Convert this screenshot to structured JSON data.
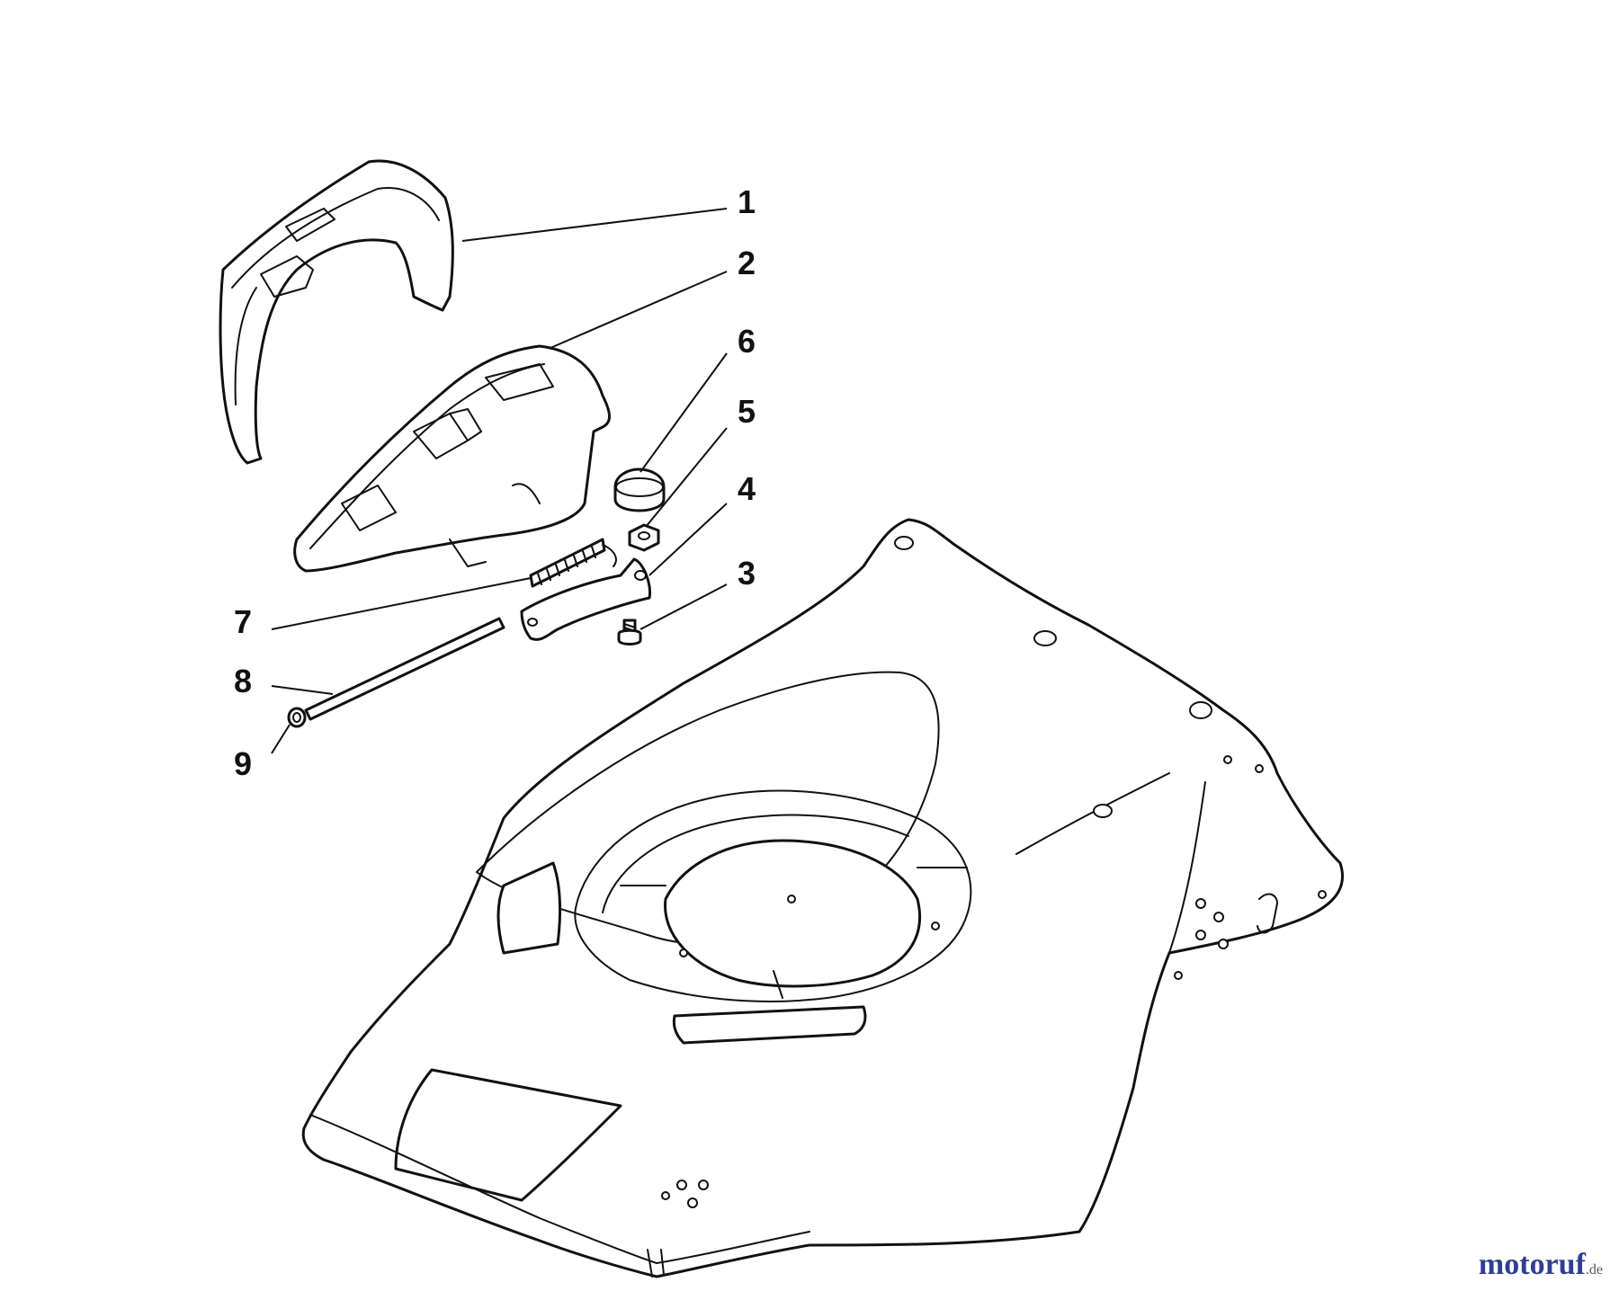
{
  "diagram": {
    "callouts": [
      {
        "id": "1",
        "label": "1"
      },
      {
        "id": "2",
        "label": "2"
      },
      {
        "id": "3",
        "label": "3"
      },
      {
        "id": "4",
        "label": "4"
      },
      {
        "id": "5",
        "label": "5"
      },
      {
        "id": "6",
        "label": "6"
      },
      {
        "id": "7",
        "label": "7"
      },
      {
        "id": "8",
        "label": "8"
      },
      {
        "id": "9",
        "label": "9"
      }
    ]
  },
  "watermark": {
    "brand": "motoruf",
    "tld": ".de",
    "color": "#2f3f8f"
  }
}
